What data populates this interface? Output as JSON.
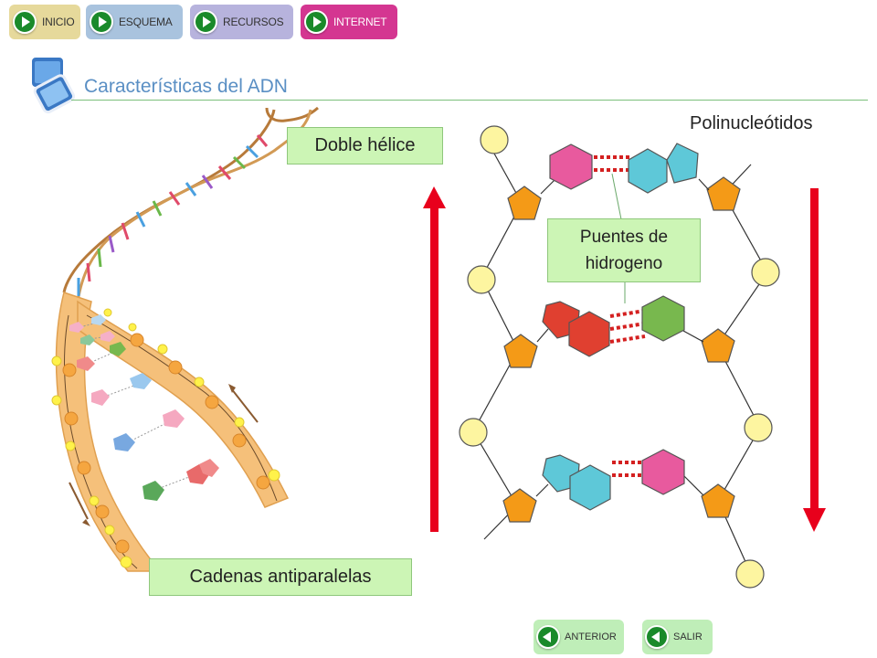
{
  "nav": {
    "inicio": "INICIO",
    "esquema": "ESQUEMA",
    "recursos": "RECURSOS",
    "internet": "INTERNET"
  },
  "page_title": "Características del ADN",
  "labels": {
    "doble_helice": "Doble hélice",
    "polinucleotidos": "Polinucleótidos",
    "puentes_line1": "Puentes de",
    "puentes_line2": "hidrogeno",
    "cadenas": "Cadenas antiparalelas"
  },
  "bottom_nav": {
    "anterior": "ANTERIOR",
    "salir": "SALIR"
  },
  "colors": {
    "accent_title": "#5a8fc4",
    "label_bg": "#ccf5b5",
    "arrow_red": "#e8001c",
    "phosphate": "#fdf5a0",
    "sugar": "#f49a17",
    "base_pink": "#e85a9e",
    "base_cyan": "#5ec8d8",
    "base_red": "#e04030",
    "base_green": "#78b84e",
    "strand_tan": "#f5c07a"
  },
  "icons": [
    "play-icon",
    "back-icon",
    "monitor-icon",
    "dna-helix-illustration"
  ]
}
